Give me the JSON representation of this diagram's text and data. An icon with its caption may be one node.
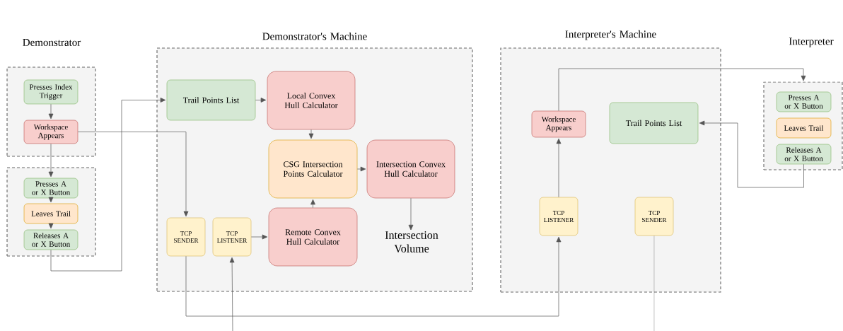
{
  "diagram": {
    "nodes": [
      {
        "text": [],
        "shape": "box"
      },
      {
        "text": [
          "Presses Index Trigger"
        ],
        "in": 0
      },
      {
        "text": [
          "Workspace Appears"
        ],
        "in": 0
      },
      {
        "text": [],
        "shape": "box"
      },
      {
        "text": [
          "Presses A or X Button"
        ],
        "in": 3
      },
      {
        "text": [
          "Leaves Trail"
        ],
        "in": 3
      },
      {
        "text": [
          "Releases A or X Button"
        ],
        "in": 3
      },
      {
        "text": [
          "Demonstrator's Machine"
        ]
      },
      {
        "text": [
          "Trail Points List"
        ],
        "in": 7
      },
      {
        "text": [
          "Local Convex Hull Calculator"
        ],
        "in": 7
      },
      {
        "text": [
          "CSG Intersection Points Calculator"
        ],
        "in": 7
      },
      {
        "text": [
          "Intersection Convex Hull Calculator"
        ],
        "in": 7
      },
      {
        "text": [
          "TCP SENDER"
        ],
        "in": 7
      },
      {
        "text": [
          "TCP LISTENER"
        ],
        "in": 7
      },
      {
        "text": [
          "Remote Convex Hull Calculator"
        ],
        "in": 7
      },
      {
        "text": [
          "Intersection Volume"
        ],
        "in": 7
      },
      {
        "text": [
          "Interpreter's Machine"
        ]
      },
      {
        "text": [
          "Workspace Appears"
        ],
        "in": 16
      },
      {
        "text": [
          "Trail Points List"
        ],
        "in": 16
      },
      {
        "text": [
          "TCP LISTENER"
        ],
        "in": 16
      },
      {
        "text": [
          "TCP SENDER"
        ],
        "in": 16
      },
      {
        "text": [],
        "shape": "box"
      },
      {
        "text": [
          "Presses A or X Button"
        ],
        "in": 21
      },
      {
        "text": [
          "Leaves Trail"
        ],
        "in": 21
      },
      {
        "text": [
          "Releases A or X Button"
        ],
        "in": 21
      }
    ],
    "edges": [
      {
        "from": 1,
        "to": 2,
        "arrow": "to"
      },
      {
        "from": 2,
        "to": 4,
        "arrow": "to"
      },
      {
        "from": 4,
        "to": 5,
        "arrow": "to"
      },
      {
        "from": 5,
        "to": 6,
        "arrow": "to"
      },
      {
        "from": 6,
        "to": 8,
        "arrow": "to"
      },
      {
        "from": 2,
        "to": 12,
        "arrow": "to"
      },
      {
        "from": 8,
        "to": 9,
        "arrow": "to"
      },
      {
        "from": 9,
        "to": 10,
        "arrow": "to"
      },
      {
        "from": 14,
        "to": 10,
        "arrow": "to"
      },
      {
        "from": 10,
        "to": 11,
        "arrow": "to"
      },
      {
        "from": 11,
        "to": 15,
        "arrow": "to"
      },
      {
        "from": 13,
        "to": 14,
        "arrow": "to"
      },
      {
        "from": 12,
        "to": 19,
        "arrow": "to"
      },
      {
        "from": null,
        "to": 13,
        "arrow": "to"
      },
      {
        "from": 19,
        "to": 17,
        "arrow": "to"
      },
      {
        "from": 17,
        "to": 21,
        "arrow": "to"
      },
      {
        "from": 24,
        "to": 18,
        "arrow": "to"
      },
      {
        "from": 20,
        "to": null,
        "arrow": "none"
      }
    ],
    "labels": [
      "Demonstrator",
      "Interpreter"
    ]
  }
}
